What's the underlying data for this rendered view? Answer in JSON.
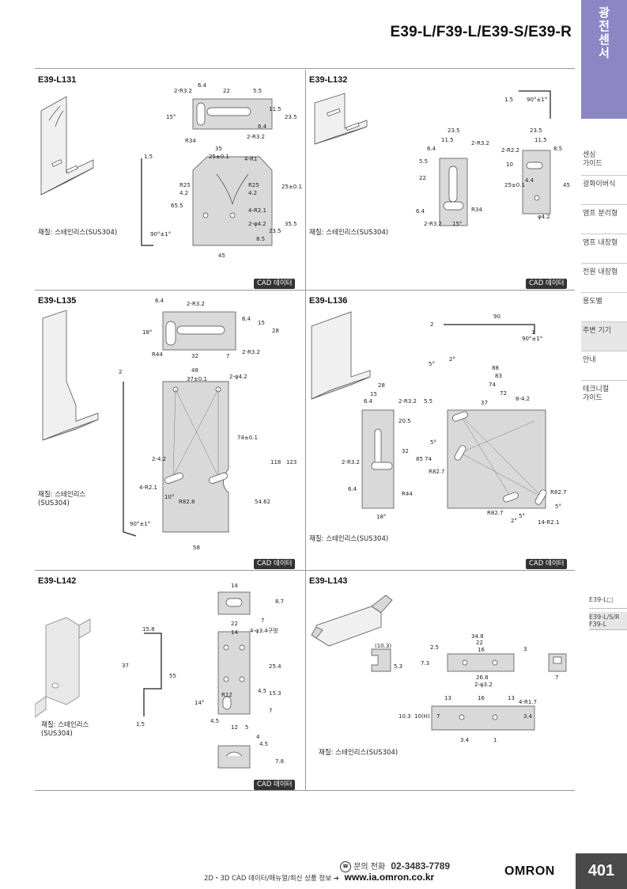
{
  "header": {
    "title": "E39-L/F39-L/E39-S/E39-R",
    "side_tab": "광\n전\n센\n서"
  },
  "side_nav": [
    {
      "label": "센싱\n가이드",
      "active": false
    },
    {
      "label": "광화이버식",
      "active": false
    },
    {
      "label": "앰프 분리형",
      "active": false
    },
    {
      "label": "앰프 내장형",
      "active": false
    },
    {
      "label": "전원 내장형",
      "active": false
    },
    {
      "label": "용도별",
      "active": false
    },
    {
      "label": "주변 기기",
      "active": true
    },
    {
      "label": "안내",
      "active": false
    },
    {
      "label": "테크니컬\n가이드",
      "active": false
    }
  ],
  "sub_nav": {
    "item1": "E39-L□",
    "item2": "E39-L/S/R\nF39-L"
  },
  "cells": {
    "l131": {
      "title": "E39-L131",
      "material": "재질: 스테인리스(SUS304)",
      "cad": "CAD 데이터",
      "dims": {
        "d64": "6.4",
        "d22": "22",
        "d55": "5.5",
        "r32": "2-R3.2",
        "d115": "11.5",
        "d235": "23.5",
        "a15": "15°",
        "d64b": "6.4",
        "r34": "R34",
        "r32b": "2-R3.2",
        "d35": "35",
        "d25": "25±0.1",
        "r1": "4-R1",
        "r25a": "R25",
        "r25b": "R25",
        "d42a": "4.2",
        "d42b": "4.2",
        "d25b": "25±0.1",
        "d655": "65.5",
        "r21": "4-R2.1",
        "phi": "2-φ4.2",
        "d355": "35.5",
        "d235b": "23.5",
        "d85": "8.5",
        "d45": "45",
        "d15": "1.5",
        "ang": "90°±1°"
      }
    },
    "l132": {
      "title": "E39-L132",
      "material": "재질: 스테인리스(SUS304)",
      "cad": "CAD 데이터",
      "dims": {
        "d15": "1.5",
        "ang": "90°±1°",
        "d235a": "23.5",
        "d115a": "11.5",
        "d64": "6.4",
        "r32": "2-R3.2",
        "d55": "5.5",
        "d22": "22",
        "d64b": "6.4",
        "r34": "R34",
        "r32b": "2-R3.2",
        "a15": "15°",
        "d235b": "23.5",
        "d115b": "11.5",
        "r22": "2-R2.2",
        "d85": "8.5",
        "d10": "10",
        "d44": "4.4",
        "d25": "25±0.1",
        "d45": "45",
        "phi": "φ4.2"
      }
    },
    "l135": {
      "title": "E39-L135",
      "material": "재질: 스테인리스\n(SUS304)",
      "cad": "CAD 데이터",
      "dims": {
        "d64": "6.4",
        "r32": "2-R3.2",
        "d64b": "6.4",
        "d15": "15",
        "d28": "28",
        "a18": "18°",
        "r44": "R44",
        "d32": "32",
        "d7": "7",
        "r32b": "2-R3.2",
        "d2": "2",
        "d48": "48",
        "d37": "37±0.1",
        "phi": "2-φ4.2",
        "d74": "74±0.1",
        "d118": "118",
        "d123": "123",
        "r42": "2-4.2",
        "r21": "4-R2.1",
        "a10": "10°",
        "r828": "R82.8",
        "d5462": "54.62",
        "d58": "58",
        "ang": "90°±1°"
      }
    },
    "l136": {
      "title": "E39-L136",
      "material": "재질: 스테인리스(SUS304)",
      "cad": "CAD 데이터",
      "dims": {
        "d90": "90",
        "d2": "2",
        "d1": "1",
        "ang": "90°±1°",
        "a5": "5°",
        "a2": "2°",
        "d88": "88",
        "d83": "83",
        "d74": "74",
        "d72": "72",
        "d28": "28",
        "d15": "15",
        "d64": "6.4",
        "r32": "2-R3.2",
        "d55": "5.5",
        "d37": "37",
        "r842": "8-4.2",
        "d205": "20.5",
        "a5b": "5°",
        "d32": "32",
        "d8574": "85 74",
        "r32b": "2-R3.2",
        "r827a": "R82.7",
        "r827b": "R82.7",
        "r827c": "R82.7",
        "d64b": "6.4",
        "r44": "R44",
        "a18": "18°",
        "a2b": "2°",
        "a5c": "5°",
        "a5d": "5°",
        "r21": "14-R2.1"
      }
    },
    "l142": {
      "title": "E39-L142",
      "material": "재질: 스테인리스\n(SUS304)",
      "cad": "CAD 데이터",
      "dims": {
        "d14a": "14",
        "d87": "8.7",
        "d7": "7",
        "d22": "22",
        "d14b": "14",
        "phi": "4-φ3.4구멍",
        "d158": "15.8",
        "d37": "37",
        "d55": "55",
        "d254": "25.4",
        "r12": "R12",
        "d45a": "4.5",
        "d153": "15.3",
        "a14": "14°",
        "d7b": "7",
        "d45b": "4.5",
        "d12": "12",
        "d5": "5",
        "d15": "1.5",
        "d4": "4",
        "d45c": "4.5",
        "d78": "7.8"
      }
    },
    "l143": {
      "title": "E39-L143",
      "material": "재질: 스테인리스(SUS304)",
      "dims": {
        "d103a": "(10.3)",
        "d25": "2.5",
        "d348": "34.8",
        "d22": "22",
        "d16a": "16",
        "d3": "3",
        "d73": "7.3",
        "d53": "5.3",
        "d268": "26.8",
        "phi": "2-φ3.2",
        "d7a": "7",
        "d13a": "13",
        "d16b": "16",
        "d13b": "13",
        "r17": "4-R1.7",
        "d103b": "10.3",
        "d10h": "10(H)",
        "d7b": "7",
        "d34a": "3.4",
        "d34b": "3.4",
        "d1": "1"
      }
    }
  },
  "footer": {
    "phone_label": "문의 전화",
    "phone": "02-3483-7789",
    "info": "2D・3D CAD 데이터/매뉴얼/최신 상품 정보 ➔",
    "url": "www.ia.omron.co.kr",
    "brand": "OMRON",
    "page": "401"
  }
}
